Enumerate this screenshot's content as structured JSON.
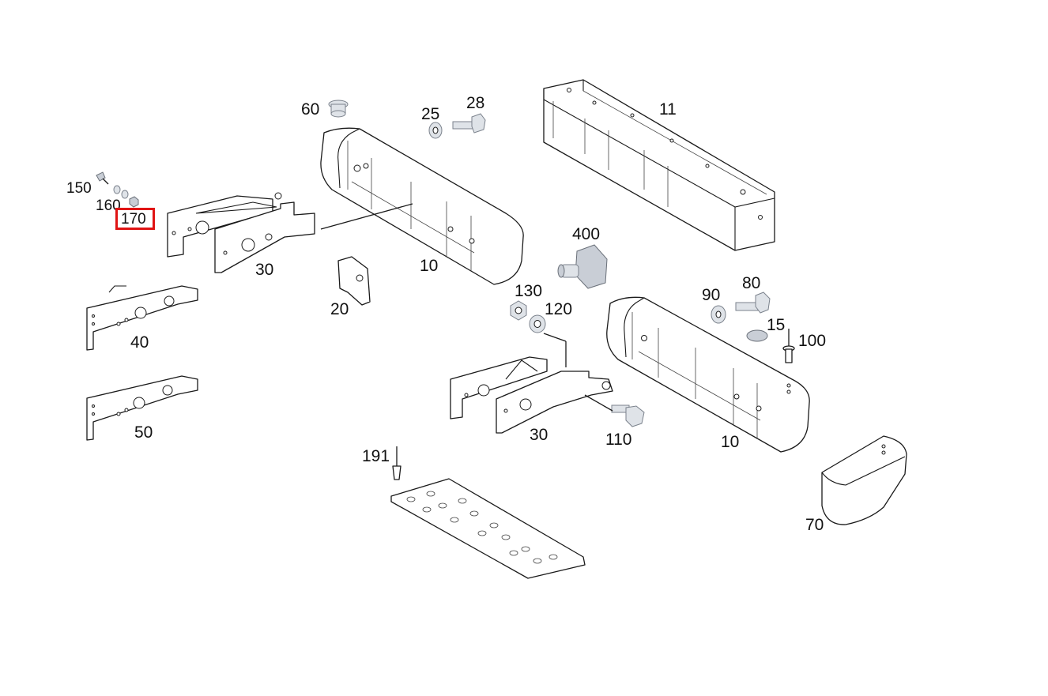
{
  "diagram": {
    "highlight_color": "#e01414",
    "highlighted_callout": "170",
    "callouts": {
      "c150": "150",
      "c160": "160",
      "c170": "170",
      "c60": "60",
      "c25": "25",
      "c28": "28",
      "c11": "11",
      "c30a": "30",
      "c10a": "10",
      "c20": "20",
      "c40": "40",
      "c50": "50",
      "c400": "400",
      "c130": "130",
      "c120": "120",
      "c90": "90",
      "c80": "80",
      "c15": "15",
      "c100": "100",
      "c30b": "30",
      "c110": "110",
      "c10b": "10",
      "c191": "191",
      "c70": "70"
    }
  }
}
